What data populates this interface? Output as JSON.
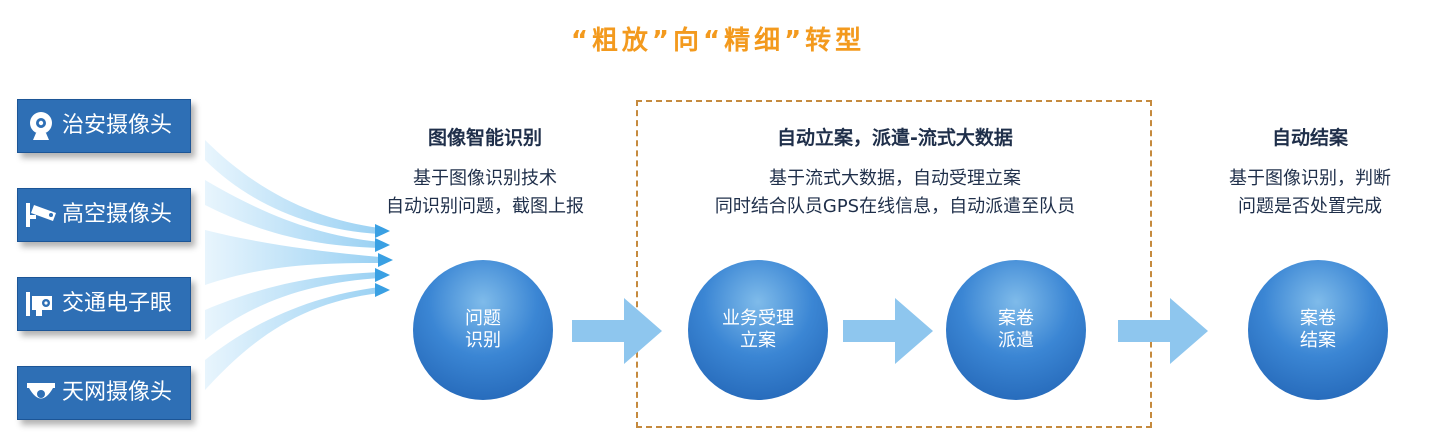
{
  "title": "“粗放”向“精细”转型",
  "sources": [
    {
      "label": "治安摄像头",
      "icon": "webcam-icon"
    },
    {
      "label": "高空摄像头",
      "icon": "cctv-camera-icon"
    },
    {
      "label": "交通电子眼",
      "icon": "traffic-camera-icon"
    },
    {
      "label": "天网摄像头",
      "icon": "dome-camera-icon"
    }
  ],
  "steps": [
    {
      "title": "图像智能识别",
      "desc": [
        "基于图像识别技术",
        "自动识别问题，截图上报"
      ]
    },
    {
      "title": "自动立案，派遣-流式大数据",
      "desc": [
        "基于流式大数据，自动受理立案",
        "同时结合队员GPS在线信息，自动派遣至队员"
      ]
    },
    {
      "title": "自动结案",
      "desc": [
        "基于图像识别，判断",
        "问题是否处置完成"
      ]
    }
  ],
  "circles": [
    {
      "lines": [
        "问题",
        "识别"
      ]
    },
    {
      "lines": [
        "业务受理",
        "立案"
      ]
    },
    {
      "lines": [
        "案卷",
        "派遣"
      ]
    },
    {
      "lines": [
        "案卷",
        "结案"
      ]
    }
  ],
  "colors": {
    "title": "#f39a1e",
    "source_box": "#2e6fb5",
    "circle": "#3b86d4",
    "arrow": "#8ec6ee",
    "dashed_border": "#c58a3e"
  }
}
